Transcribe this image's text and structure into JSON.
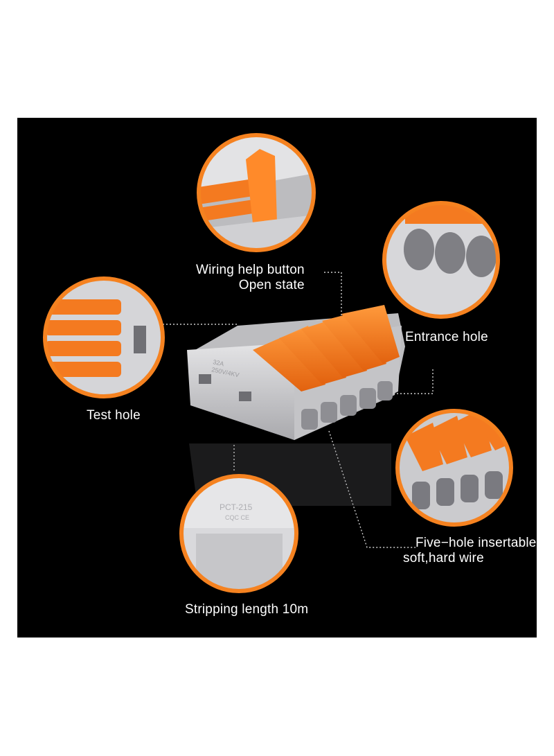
{
  "labels": {
    "wiring_help": [
      "Wiring help button",
      "Open state"
    ],
    "entrance_hole": "Entrance hole",
    "test_hole": "Test hole",
    "five_hole": [
      "Five−hole insertable",
      "soft,hard wire"
    ],
    "stripping_length": "Stripping length 10m"
  },
  "product_markings": {
    "model": "PCT-215",
    "certs": "CQC  CE",
    "rating": "32A",
    "voltage": "250V/4KV"
  },
  "colors": {
    "background": "#000000",
    "housing_gray": "#c9c9cb",
    "lever_orange": "#f47a20",
    "ring_orange": "#f58220"
  }
}
